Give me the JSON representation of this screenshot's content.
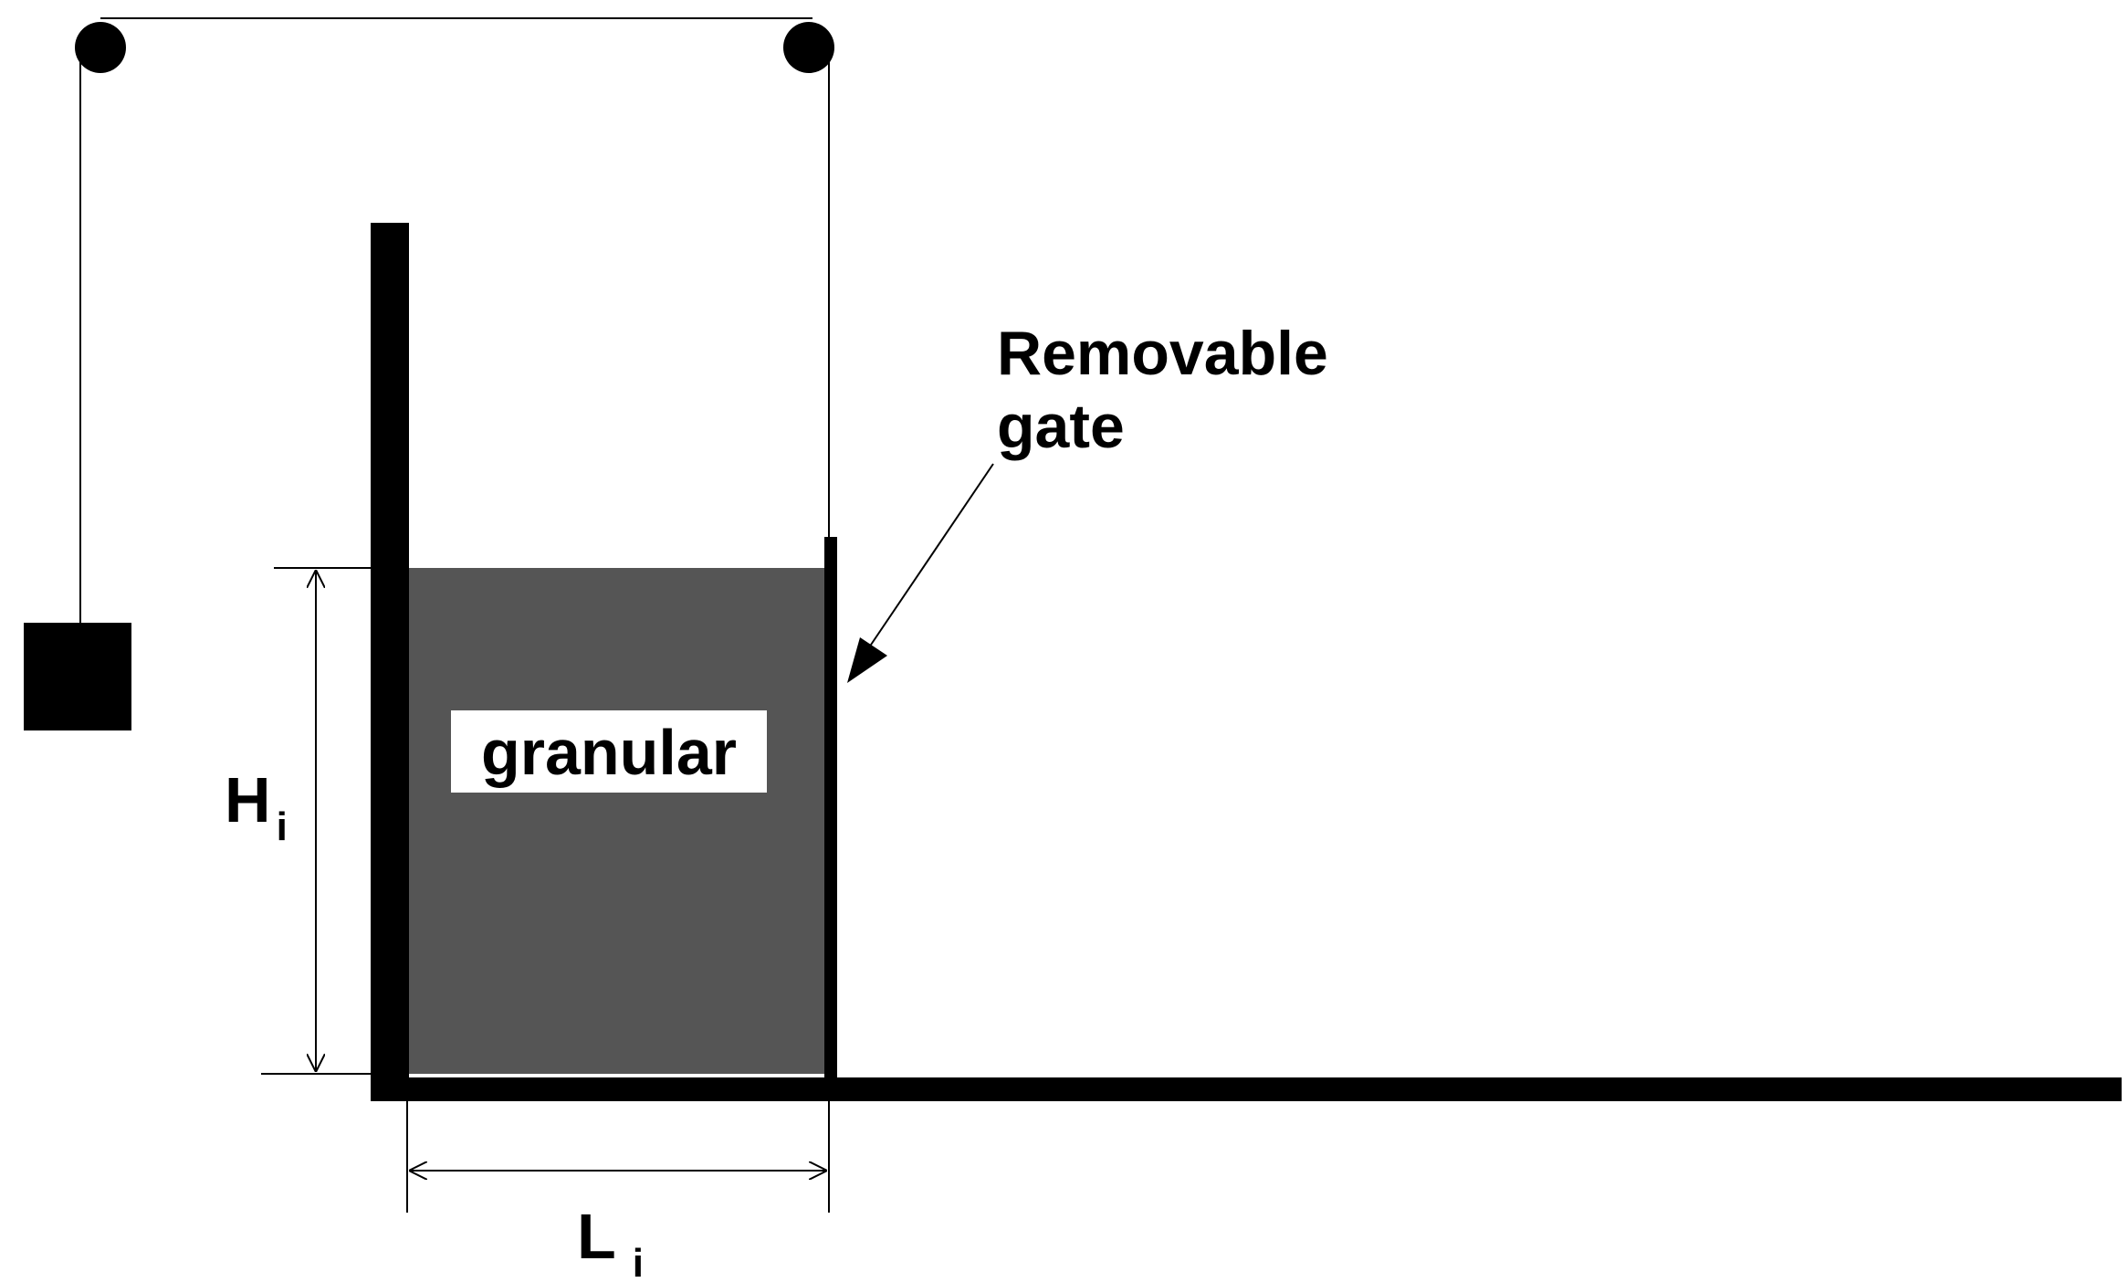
{
  "labels": {
    "material": "granular",
    "gate_line1": "Removable",
    "gate_line2": "gate",
    "height_main": "H",
    "height_sub": "i",
    "length_main": "L",
    "length_sub": "i"
  },
  "colors": {
    "ink": "#000000",
    "granular_fill": "#555555",
    "label_background": "#ffffff"
  }
}
